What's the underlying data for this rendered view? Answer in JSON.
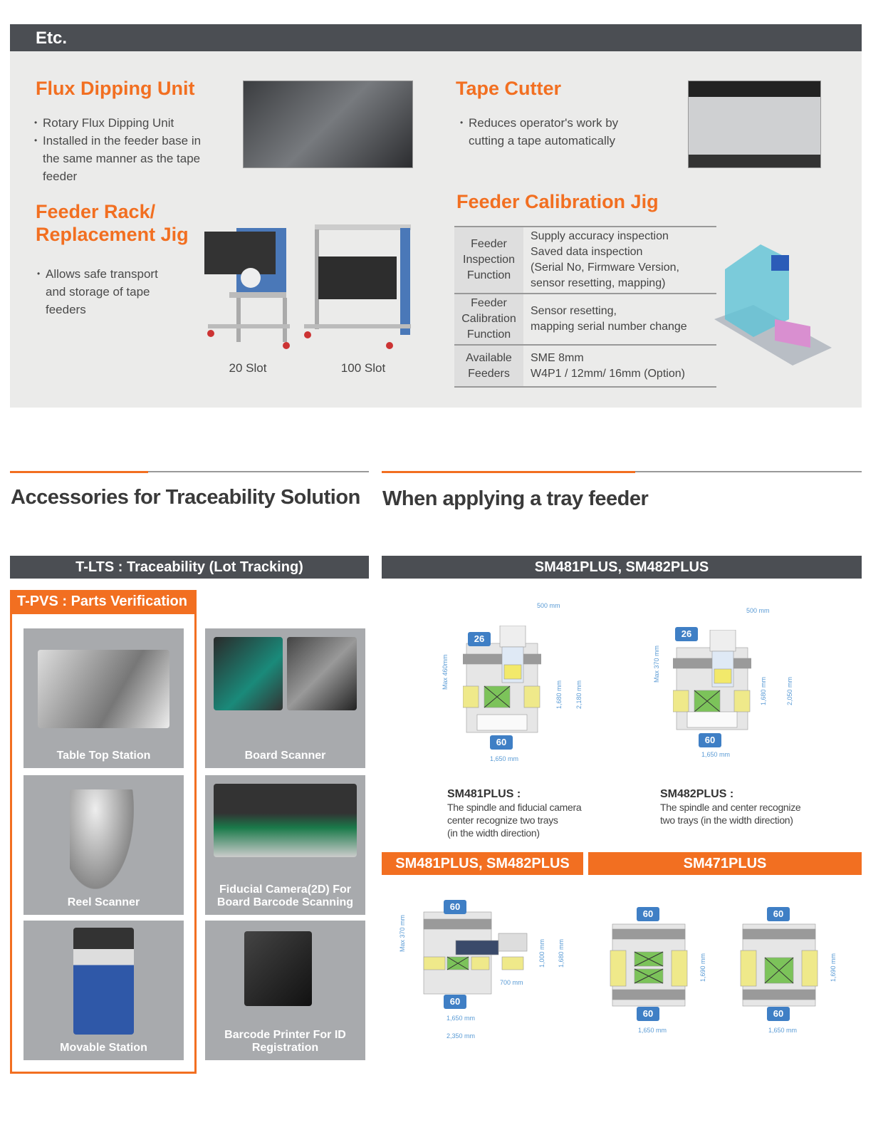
{
  "etc": {
    "title": "Etc.",
    "flux": {
      "title": "Flux Dipping Unit",
      "bullets": [
        "Rotary Flux Dipping Unit",
        "Installed in the feeder base in the same manner as the tape feeder"
      ]
    },
    "tape": {
      "title": "Tape Cutter",
      "bullets": [
        "Reduces operator's work by cutting a tape automatically"
      ]
    },
    "rack": {
      "title_line1": "Feeder Rack/",
      "title_line2": "Replacement Jig",
      "bullets": [
        "Allows safe transport and storage of tape feeders"
      ],
      "slot20": "20 Slot",
      "slot100": "100 Slot"
    },
    "jig": {
      "title": "Feeder Calibration Jig",
      "rows": [
        {
          "head": "Feeder Inspection Function",
          "value": [
            "Supply accuracy inspection",
            "Saved data inspection",
            "(Serial No, Firmware Version,",
            "sensor resetting, mapping)"
          ]
        },
        {
          "head": "Feeder Calibration Function",
          "value": [
            "Sensor resetting,",
            "mapping serial number change"
          ]
        },
        {
          "head": "Available Feeders",
          "value": [
            "SME 8mm",
            "W4P1 / 12mm/ 16mm (Option)"
          ]
        }
      ]
    }
  },
  "trace": {
    "heading": "Accessories for Traceability Solution",
    "tlts": "T-LTS : Traceability (Lot Tracking)",
    "tpvs": "T-PVS : Parts Verification",
    "tiles": [
      "Table Top Station",
      "Board Scanner",
      "Reel Scanner",
      "Fiducial Camera(2D) For Board Barcode Scanning",
      "Movable Station",
      "Barcode Printer For ID Registration"
    ]
  },
  "tray": {
    "heading": "When applying a tray feeder",
    "bar1": "SM481PLUS, SM482PLUS",
    "bar2": "SM481PLUS, SM482PLUS",
    "bar3": "SM471PLUS",
    "d1": {
      "b1": "26",
      "b2": "60",
      "w": "500 mm",
      "max": "Max 460mm",
      "h1": "1,680 mm",
      "h2": "2,180 mm",
      "base": "1,650 mm"
    },
    "d2": {
      "b1": "26",
      "b2": "60",
      "w": "500 mm",
      "max": "Max 370 mm",
      "h1": "1,680 mm",
      "h2": "2,050 mm",
      "base": "1,650 mm"
    },
    "t1": {
      "title": "SM481PLUS :",
      "lines": [
        "The spindle and fiducial camera",
        "center recognize two trays",
        "(in the width direction)"
      ]
    },
    "t2": {
      "title": "SM482PLUS :",
      "lines": [
        "The spindle and center recognize",
        "two trays (in the width direction)"
      ]
    },
    "d3": {
      "b1": "60",
      "b2": "60",
      "max": "Max 370 mm",
      "h1": "1,000 mm",
      "h2": "1,680 mm",
      "w": "700 mm",
      "base": "1,650 mm",
      "base2": "2,350 mm"
    },
    "d4": {
      "b1": "60",
      "b2": "60",
      "h": "1,690 mm",
      "base": "1,650 mm"
    },
    "d5": {
      "b1": "60",
      "b2": "60",
      "h": "1,690 mm",
      "base": "1,650 mm"
    }
  },
  "colors": {
    "orange": "#f26f21",
    "dark": "#4b4e53",
    "blue": "#3f7fc5"
  }
}
